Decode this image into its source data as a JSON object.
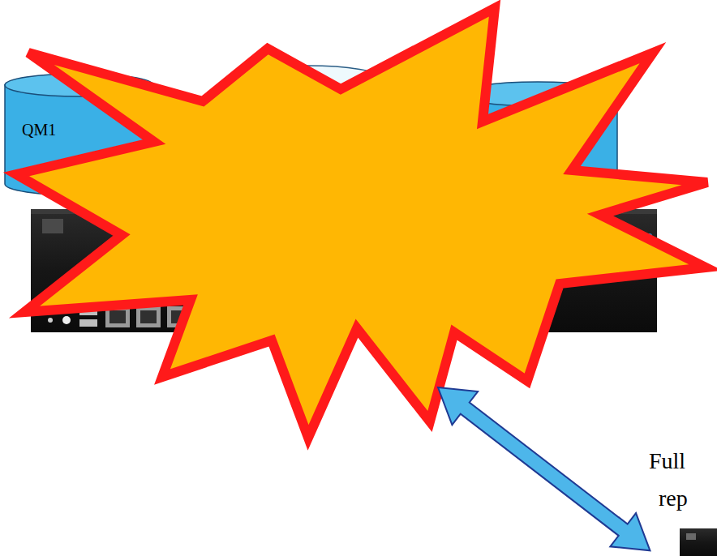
{
  "diagram": {
    "nodes": [
      {
        "text": [
          "QM1"
        ]
      }
    ],
    "labels": [
      "Full",
      "rep"
    ]
  }
}
